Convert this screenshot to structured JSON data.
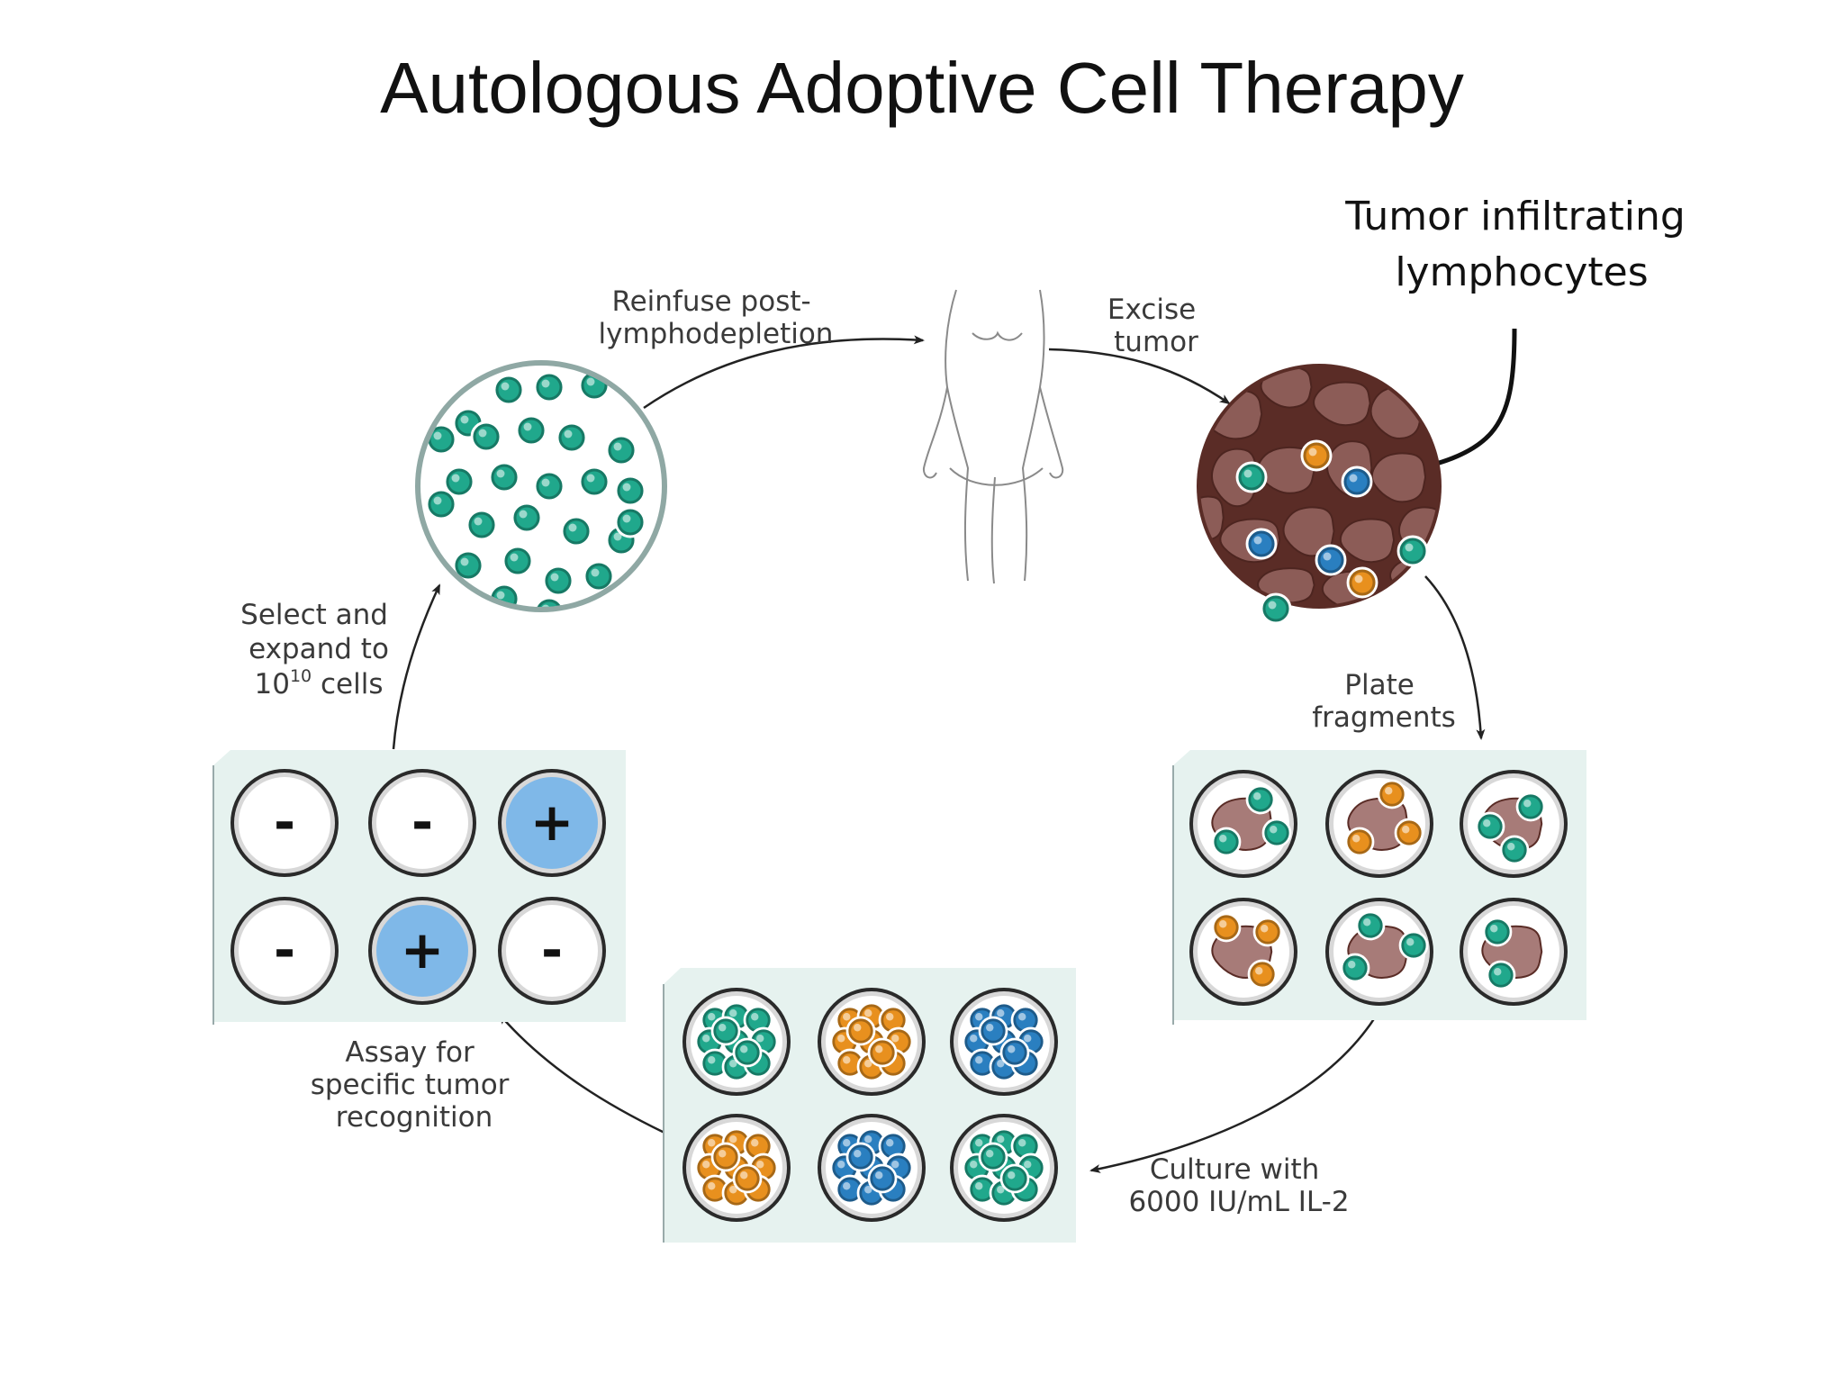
{
  "title": "Autologous Adoptive Cell Therapy",
  "steps": {
    "reinfuse": [
      "Reinfuse post-",
      "lymphodepletion"
    ],
    "excise": [
      "Excise",
      "tumor"
    ],
    "plate": [
      "Plate",
      "fragments"
    ],
    "culture": [
      "Culture with",
      "6000 IU/mL IL-2"
    ],
    "assay": [
      "Assay for",
      "specific tumor",
      "recognition"
    ],
    "select": [
      "Select and",
      "expand to"
    ],
    "select_count": {
      "base": "10",
      "exponent": "10",
      "suffix": " cells"
    }
  },
  "callout": [
    "Tumor infiltrating",
    "lymphocytes"
  ],
  "assay_results": [
    "-",
    "-",
    "+",
    "-",
    "+",
    "-"
  ],
  "colors": {
    "teal_cell": "#20a88c",
    "orange_cell": "#e8901e",
    "blue_cell": "#2a7fc0",
    "tumor_tissue": "#6b3a33",
    "tumor_fragment": "#a77b78",
    "positive_well": "#7fb8e8",
    "plate": "#e6f2ef"
  }
}
